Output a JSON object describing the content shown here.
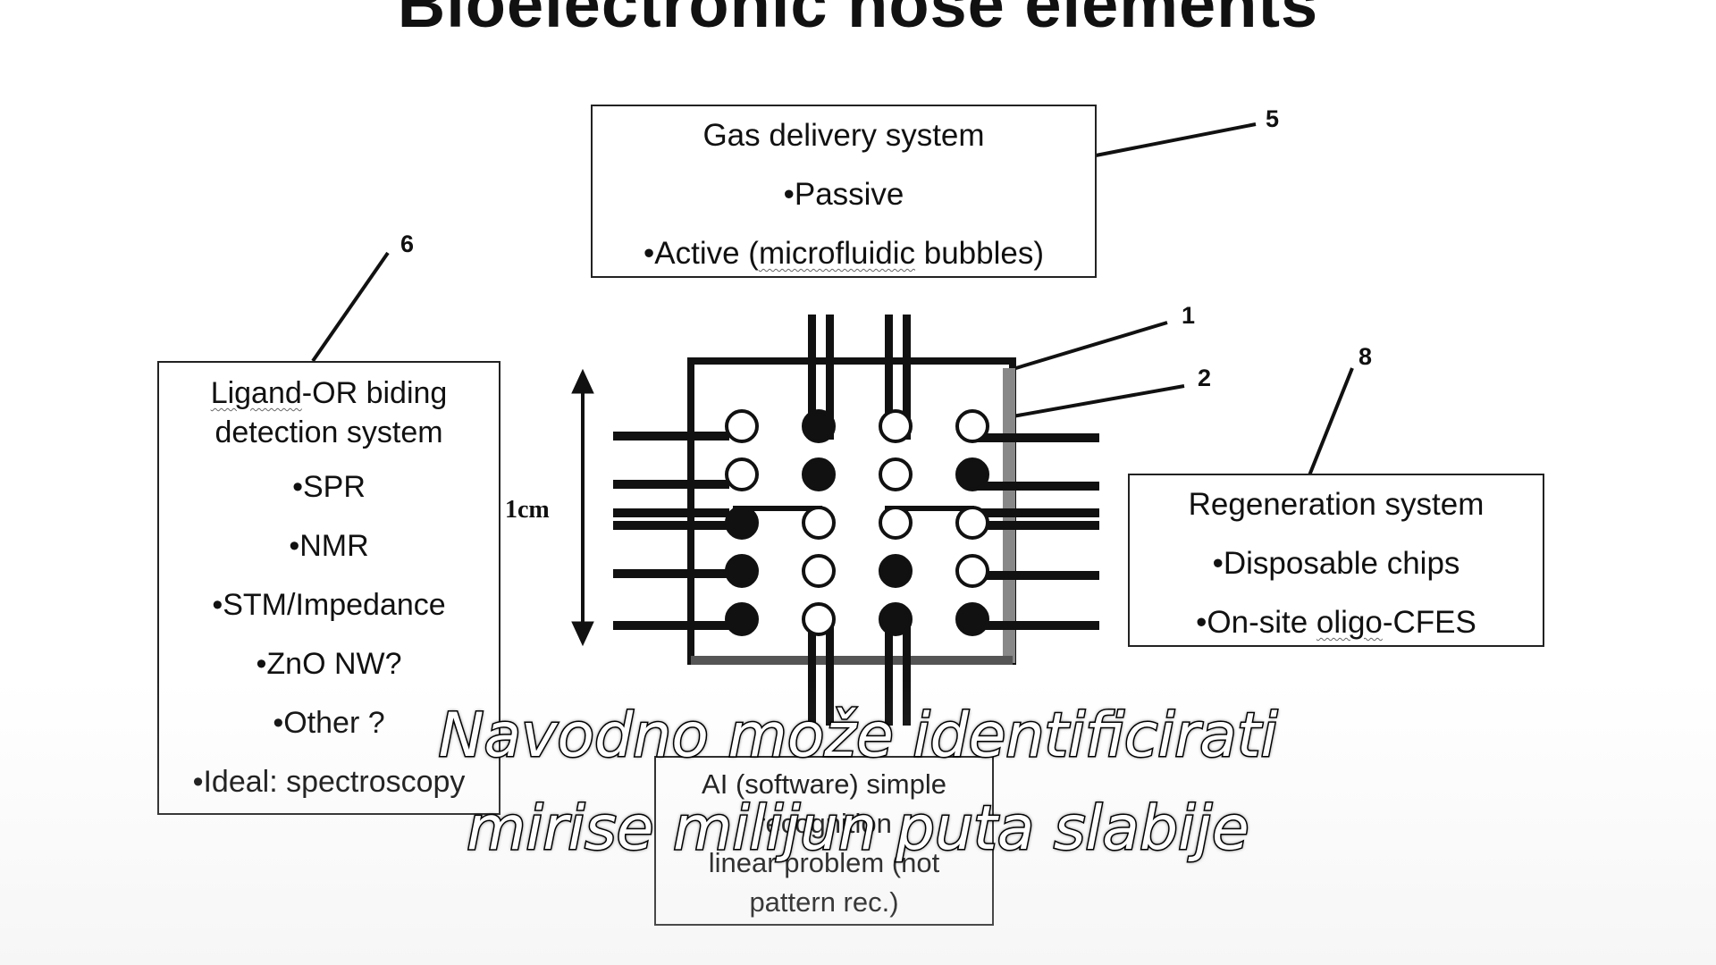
{
  "title": "Bioelectronic nose elements",
  "gas_box": {
    "heading": "Gas delivery system",
    "items": [
      "•Passive",
      "•Active (",
      "microfluidic",
      " bubbles)"
    ]
  },
  "ligand_box": {
    "heading_word": "Ligand",
    "heading_rest": "-OR biding",
    "heading_line2": "detection system",
    "items": [
      "•SPR",
      "•NMR",
      "•STM/Impedance",
      "•ZnO NW?",
      "•Other ?",
      "•Ideal: spectroscopy"
    ]
  },
  "regen_box": {
    "heading": "Regeneration system",
    "item1": "•Disposable chips",
    "item2_pre": "•On-site ",
    "item2_word": "oligo",
    "item2_post": "-CFES"
  },
  "ai_box": {
    "lines": [
      "AI (software) simple",
      "recognition",
      "linear problem (not",
      "pattern rec.)"
    ]
  },
  "callouts": {
    "c1": "1",
    "c2": "2",
    "c5": "5",
    "c6": "6",
    "c8": "8"
  },
  "dimension_label": "1cm",
  "chip": {
    "wells": [
      [
        "open",
        "filled",
        "open",
        "open"
      ],
      [
        "open",
        "filled",
        "open",
        "filled"
      ],
      [
        "filled",
        "open",
        "open",
        "open"
      ],
      [
        "filled",
        "open",
        "filled",
        "open"
      ],
      [
        "filled",
        "open",
        "filled",
        "filled"
      ]
    ]
  },
  "subtitles": {
    "line1": "Navodno može identificirati",
    "line2": "mirise milijun puta slabije"
  }
}
